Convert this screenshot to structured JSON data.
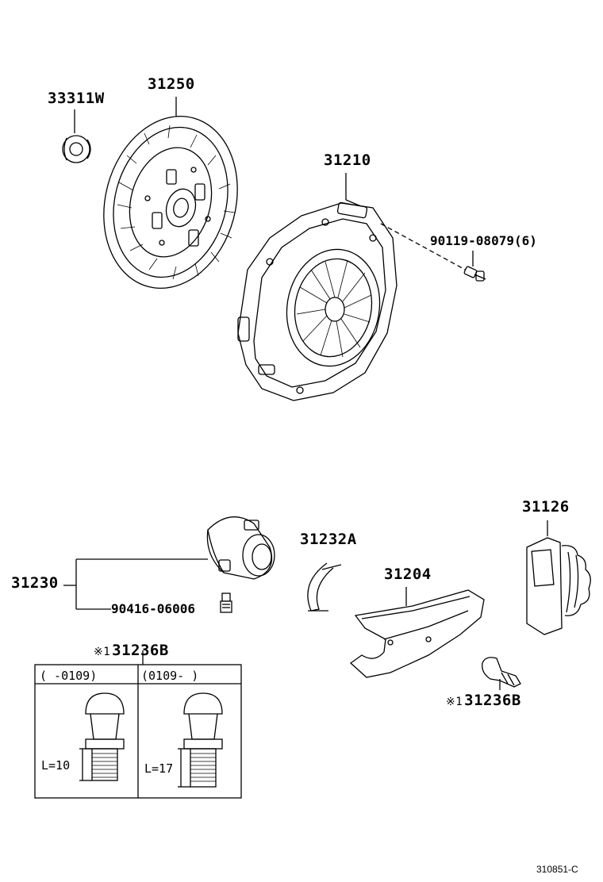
{
  "parts": {
    "p33311w": "33311W",
    "p31250": "31250",
    "p31210": "31210",
    "p90119": "90119-08079(6)",
    "p31126": "31126",
    "p31232a": "31232A",
    "p31230": "31230",
    "p31204": "31204",
    "p90416": "90416-06006",
    "p31236b_top": "31236B",
    "p31236b_right": "31236B"
  },
  "note_mark": "※1",
  "table": {
    "col_left_header": "(      -0109)",
    "col_right_header": "(0109-      )",
    "left_length": "L=10",
    "right_length": "L=17"
  },
  "footer_code": "310851-C"
}
